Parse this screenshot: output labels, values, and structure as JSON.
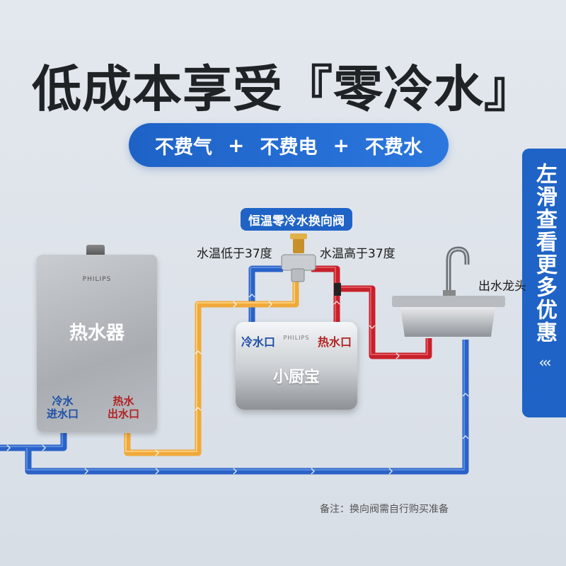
{
  "title": "低成本享受『零冷水』",
  "benefits": {
    "item1": "不费气",
    "plus": "+",
    "item2": "不费电",
    "item3": "不费水"
  },
  "side_tab": {
    "text": "左滑查看更多优惠",
    "arrows": "‹‹‹"
  },
  "valve": {
    "label": "恒温零冷水换向阀",
    "low_temp": "水温低于37度",
    "high_temp": "水温高于37度"
  },
  "heater": {
    "brand": "PHILIPS",
    "name": "热水器",
    "cold_inlet": [
      "冷水",
      "进水口"
    ],
    "hot_outlet": [
      "热水",
      "出水口"
    ]
  },
  "kitchen_unit": {
    "brand": "PHILIPS",
    "name": "小厨宝",
    "cold_port": "冷水口",
    "hot_port": "热水口"
  },
  "faucet_label": "出水龙头",
  "note": "备注：换向阀需自行购买准备",
  "colors": {
    "cold_pipe": "#2a62c8",
    "hot_pipe": "#c8202a",
    "warm_pipe": "#f0a93a",
    "accent": "#1f63c6"
  }
}
